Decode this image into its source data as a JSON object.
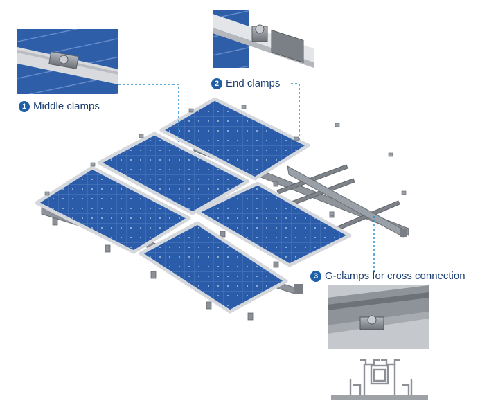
{
  "callouts": [
    {
      "number": "1",
      "label": "Middle clamps"
    },
    {
      "number": "2",
      "label": "End clamps"
    },
    {
      "number": "3",
      "label": "G-clamps for cross connection"
    }
  ],
  "colors": {
    "panel": "#2a5caa",
    "panel_dark": "#1f4a8f",
    "frame": "#c9ccd1",
    "rail": "#8f949b",
    "leader": "#2a8fd0",
    "badge": "#1f5fa8",
    "text": "#1c3f73"
  }
}
